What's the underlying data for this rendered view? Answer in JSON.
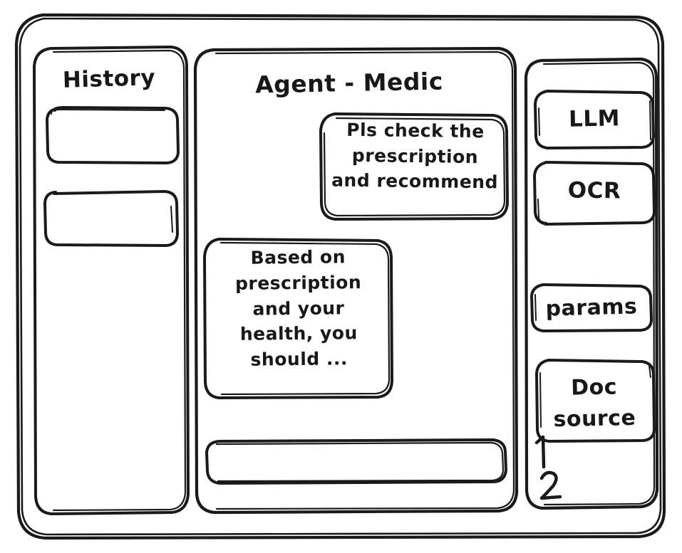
{
  "window": {
    "name": "agent-medic-wireframe",
    "style": "hand-drawn wireframe sketch",
    "ink_color": "#1a1a1a",
    "background_color": "#ffffff"
  },
  "sidebar": {
    "title": "History",
    "items": [
      {
        "label": "",
        "name": "history-item-1"
      },
      {
        "label": "",
        "name": "history-item-2"
      }
    ]
  },
  "main": {
    "title": "Agent - Medic",
    "messages": [
      {
        "role": "user",
        "text": "Pls check the\nprescription\nand recommend"
      },
      {
        "role": "agent",
        "text": "Based on\nprescription\nand your\nhealth, you\nshould ..."
      }
    ],
    "composer": {
      "value": "",
      "placeholder": ""
    }
  },
  "tools_panel": {
    "buttons": [
      {
        "label": "LLM",
        "name": "tool-llm"
      },
      {
        "label": "OCR",
        "name": "tool-ocr"
      },
      {
        "label": "params",
        "name": "tool-params"
      }
    ],
    "doc_source": {
      "label": "Doc\nsource",
      "items": [
        "1",
        "2"
      ]
    }
  }
}
